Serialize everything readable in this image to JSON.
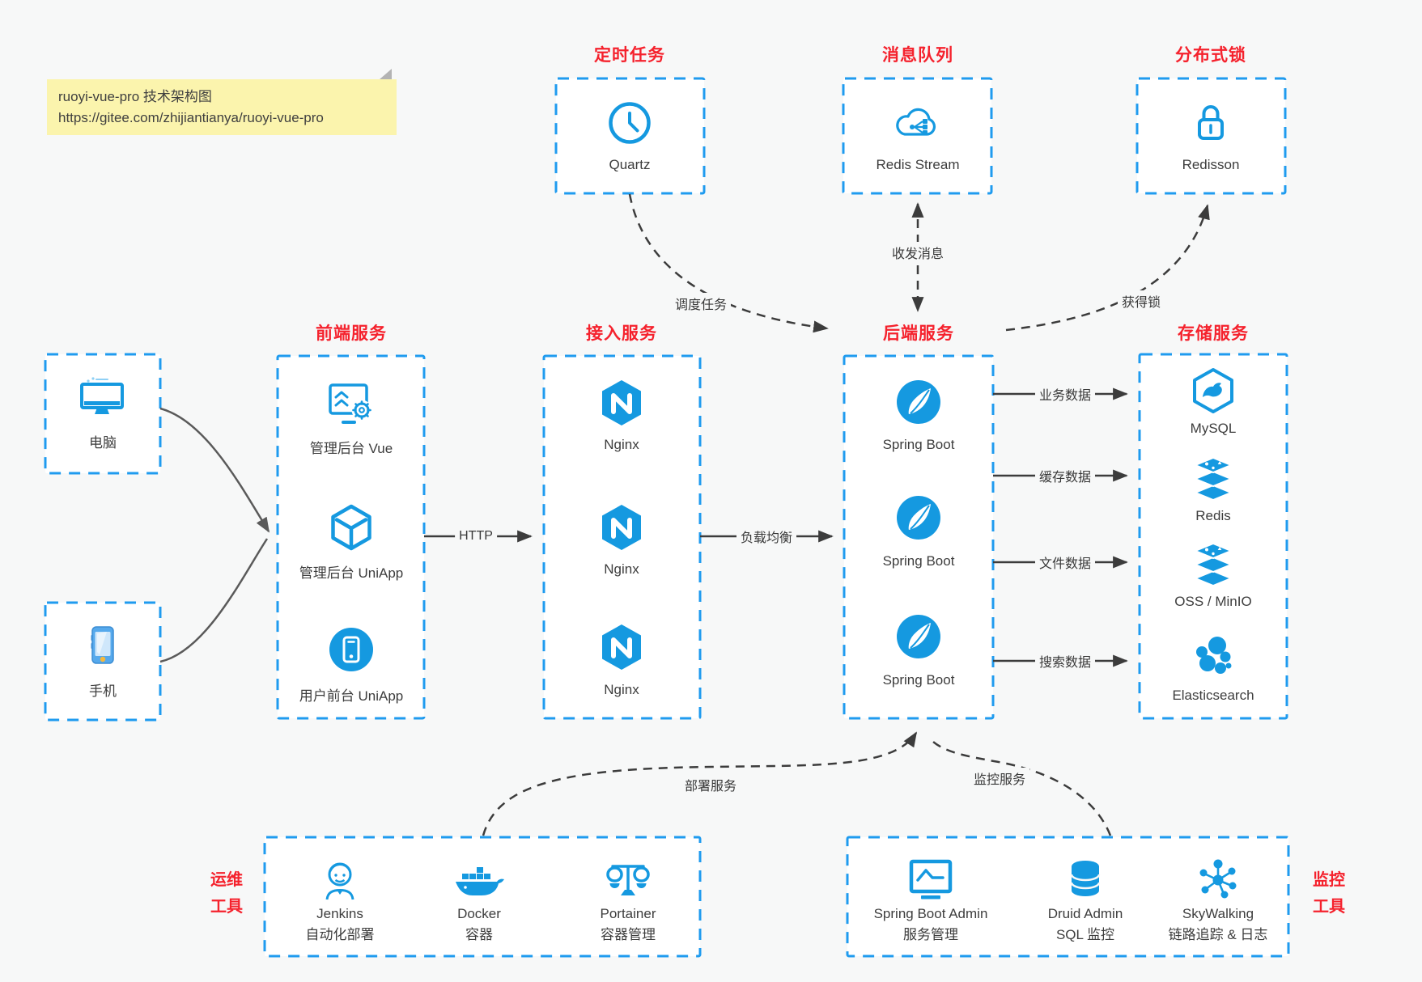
{
  "note": {
    "title": "ruoyi-vue-pro 技术架构图",
    "url": "https://gitee.com/zhijiantianya/ruoyi-vue-pro"
  },
  "colors": {
    "canvas": "#f7f8f8",
    "box_fill": "#ffffff",
    "accent_blue": "#1599e0",
    "dash_blue": "#1f9bef",
    "title_red": "#f5222d",
    "arrow_dark": "#3c3c3c",
    "arrow_gray": "#5a5a5a",
    "note_yellow": "#fbf4ad"
  },
  "top_groups": [
    {
      "title": "定时任务",
      "item": {
        "label": "Quartz",
        "icon": "clock-icon"
      }
    },
    {
      "title": "消息队列",
      "item": {
        "label": "Redis Stream",
        "icon": "cloud-stream-icon"
      }
    },
    {
      "title": "分布式锁",
      "item": {
        "label": "Redisson",
        "icon": "padlock-icon"
      }
    }
  ],
  "clients": [
    {
      "label": "电脑",
      "icon": "desktop-icon"
    },
    {
      "label": "手机",
      "icon": "smartphone-icon"
    }
  ],
  "service_columns": [
    {
      "title": "前端服务",
      "items": [
        {
          "label": "管理后台 Vue",
          "icon": "admin-dashboard-icon"
        },
        {
          "label": "管理后台 UniApp",
          "icon": "cube-icon"
        },
        {
          "label": "用户前台 UniApp",
          "icon": "mobile-app-icon"
        }
      ]
    },
    {
      "title": "接入服务",
      "items": [
        {
          "label": "Nginx",
          "icon": "nginx-icon"
        },
        {
          "label": "Nginx",
          "icon": "nginx-icon"
        },
        {
          "label": "Nginx",
          "icon": "nginx-icon"
        }
      ]
    },
    {
      "title": "后端服务",
      "items": [
        {
          "label": "Spring Boot",
          "icon": "spring-boot-icon"
        },
        {
          "label": "Spring Boot",
          "icon": "spring-boot-icon"
        },
        {
          "label": "Spring Boot",
          "icon": "spring-boot-icon"
        }
      ]
    },
    {
      "title": "存储服务",
      "items": [
        {
          "label": "MySQL",
          "icon": "mysql-icon"
        },
        {
          "label": "Redis",
          "icon": "redis-stack-icon"
        },
        {
          "label": "OSS / MinIO",
          "icon": "redis-stack-icon"
        },
        {
          "label": "Elasticsearch",
          "icon": "elasticsearch-icon"
        }
      ]
    }
  ],
  "edge_labels": {
    "http": "HTTP",
    "load_balance": "负载均衡",
    "dispatch": "调度任务",
    "message": "收发消息",
    "lock": "获得锁",
    "business": "业务数据",
    "cache": "缓存数据",
    "file": "文件数据",
    "search": "搜索数据",
    "deploy": "部署服务",
    "monitor": "监控服务"
  },
  "bottom_groups": [
    {
      "title_line1": "运维",
      "title_line2": "工具",
      "items": [
        {
          "label": "Jenkins",
          "sublabel": "自动化部署",
          "icon": "jenkins-icon"
        },
        {
          "label": "Docker",
          "sublabel": "容器",
          "icon": "docker-icon"
        },
        {
          "label": "Portainer",
          "sublabel": "容器管理",
          "icon": "portainer-icon"
        }
      ]
    },
    {
      "title_line1": "监控",
      "title_line2": "工具",
      "items": [
        {
          "label": "Spring Boot Admin",
          "sublabel": "服务管理",
          "icon": "spring-boot-admin-icon"
        },
        {
          "label": "Druid Admin",
          "sublabel": "SQL 监控",
          "icon": "druid-icon"
        },
        {
          "label": "SkyWalking",
          "sublabel": "链路追踪 & 日志",
          "icon": "skywalking-icon"
        }
      ]
    }
  ]
}
